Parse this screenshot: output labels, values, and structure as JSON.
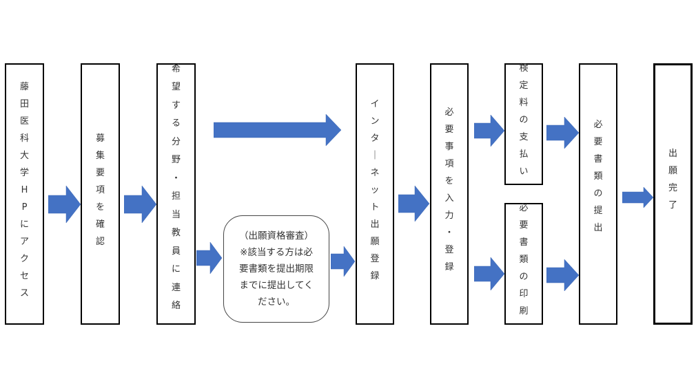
{
  "diagram": {
    "title": "",
    "colors": {
      "arrow": "#4472C4",
      "border": "#000000",
      "text": "#333333"
    },
    "steps": [
      {
        "id": "step1",
        "label": "藤田医科大学HPにアクセス"
      },
      {
        "id": "step2",
        "label": "募集要項を確認"
      },
      {
        "id": "step3",
        "label": "希望する分野・担当教員に連絡"
      },
      {
        "id": "screening",
        "lines": [
          "（出願資格審査）",
          "※該当する方は必",
          "要書類を提出期限",
          "までに提出してく",
          "ださい。"
        ]
      },
      {
        "id": "step4",
        "label": "インターネット出願登録"
      },
      {
        "id": "step5",
        "label": "必要事項を入力・登録"
      },
      {
        "id": "step6a",
        "label": "検定料の支払い"
      },
      {
        "id": "step6b",
        "label": "必要書類の印刷"
      },
      {
        "id": "step7",
        "label": "必要書類の提出"
      },
      {
        "id": "step8",
        "label": "出願完了"
      }
    ],
    "connections": [
      {
        "from": "step1",
        "to": "step2"
      },
      {
        "from": "step2",
        "to": "step3"
      },
      {
        "from": "step3",
        "to": "step4",
        "note": "direct"
      },
      {
        "from": "step3",
        "to": "screening"
      },
      {
        "from": "screening",
        "to": "step4"
      },
      {
        "from": "step4",
        "to": "step5"
      },
      {
        "from": "step5",
        "to": "step6a"
      },
      {
        "from": "step5",
        "to": "step6b"
      },
      {
        "from": "step6a",
        "to": "step7"
      },
      {
        "from": "step6b",
        "to": "step7"
      },
      {
        "from": "step7",
        "to": "step8"
      }
    ]
  }
}
